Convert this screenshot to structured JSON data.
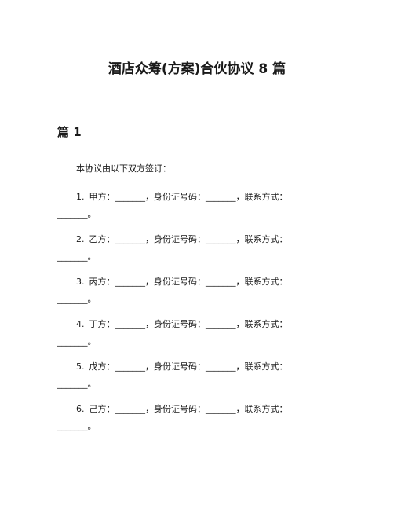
{
  "document": {
    "title": "酒店众筹(方案)合伙协议 8 篇",
    "section_heading": "篇 1",
    "intro": "本协议由以下双方签订：",
    "parties": [
      {
        "number": "1.",
        "line1": "甲方：_______，身份证号码：_______，联系方式：",
        "line2": "_______。"
      },
      {
        "number": "2.",
        "line1": "乙方：_______，身份证号码：_______，联系方式：",
        "line2": "_______。"
      },
      {
        "number": "3.",
        "line1": "丙方：_______，身份证号码：_______，联系方式：",
        "line2": "_______。"
      },
      {
        "number": "4.",
        "line1": "丁方：_______，身份证号码：_______，联系方式：",
        "line2": "_______。"
      },
      {
        "number": "5.",
        "line1": "戊方：_______，身份证号码：_______，联系方式：",
        "line2": "_______。"
      },
      {
        "number": "6.",
        "line1": "己方：_______，身份证号码：_______，联系方式：",
        "line2": "_______。"
      }
    ]
  }
}
